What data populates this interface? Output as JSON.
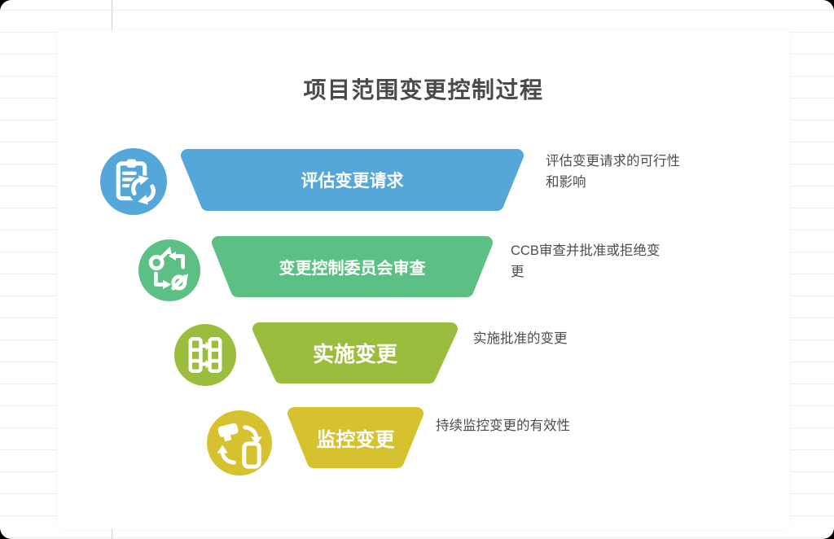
{
  "page": {
    "title": "项目范围变更控制过程"
  },
  "colors": {
    "title_text": "#4A4A4A",
    "desc_text": "#4D4D4D",
    "label_text": "#FFFFFF",
    "card_bg": "#FFFFFF",
    "paper_line": "#EDEDED",
    "margin_line": "#F2C6B6",
    "stage_blue": "#55A7DA",
    "stage_green": "#5CC084",
    "stage_olive": "#9ABD3D",
    "stage_yellow": "#D5C22E"
  },
  "stages": [
    {
      "label": "评估变更请求",
      "description": "评估变更请求的可行性和影响",
      "color": "#55A7DA",
      "icon": "clipboard-sync-icon"
    },
    {
      "label": "变更控制委员会审查",
      "description": "CCB审查并批准或拒绝变更",
      "color": "#5CC084",
      "icon": "change-cycle-icon"
    },
    {
      "label": "实施变更",
      "description": "实施批准的变更",
      "color": "#9ABD3D",
      "icon": "implement-migration-icon"
    },
    {
      "label": "监控变更",
      "description": "持续监控变更的有效性",
      "color": "#D5C22E",
      "icon": "monitor-sync-icon"
    }
  ]
}
